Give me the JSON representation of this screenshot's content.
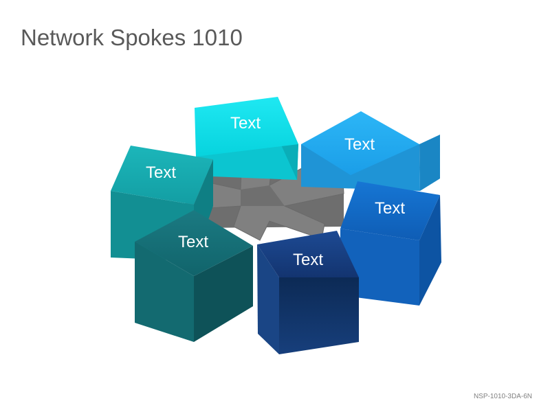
{
  "title": "Network Spokes 1010",
  "slide_code": "NSP-1010-3DA-6N",
  "colors": {
    "hub": "#7f7f7f",
    "cyan": "#10e0ec",
    "sky_blue": "#23a8ee",
    "teal": "#16a9ad",
    "royal_blue": "#1268c4",
    "dark_teal": "#136e75",
    "navy": "#173d7d"
  },
  "hub": {
    "label": ""
  },
  "cubes": [
    {
      "id": "cyan",
      "label": "Text",
      "color": "#10e0ec"
    },
    {
      "id": "sky-blue",
      "label": "Text",
      "color": "#23a8ee"
    },
    {
      "id": "teal",
      "label": "Text",
      "color": "#16a9ad"
    },
    {
      "id": "royal-blue",
      "label": "Text",
      "color": "#1268c4"
    },
    {
      "id": "dark-teal",
      "label": "Text",
      "color": "#136e75"
    },
    {
      "id": "navy",
      "label": "Text",
      "color": "#173d7d"
    }
  ]
}
